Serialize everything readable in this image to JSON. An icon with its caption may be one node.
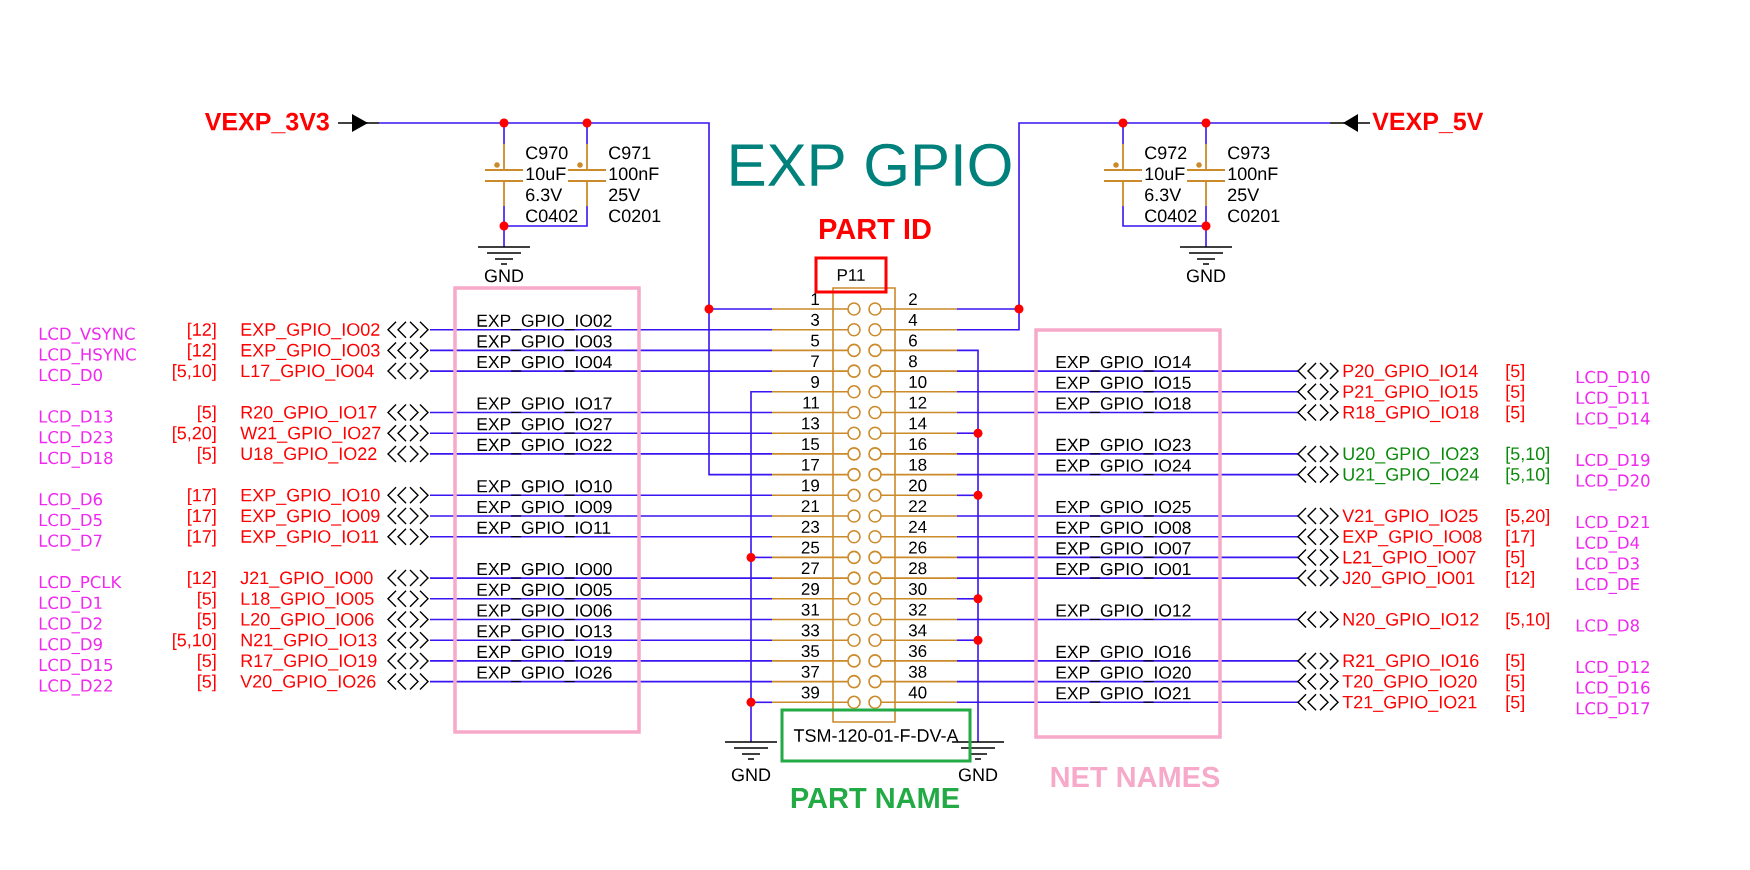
{
  "diagram": {
    "title": "EXP GPIO",
    "nodes": [
      {
        "text": [
          "P11"
        ],
        "beside": [
          "PART ID"
        ]
      },
      {
        "text": [
          "TSM-120-01-F-DV-A"
        ],
        "beside": [
          "PART NAME"
        ]
      },
      {
        "text": [
          "EXP_GPIO_IO02",
          "EXP_GPIO_IO03",
          "EXP_GPIO_IO04",
          "EXP_GPIO_IO17",
          "EXP_GPIO_IO27",
          "EXP_GPIO_IO22",
          "EXP_GPIO_IO10",
          "EXP_GPIO_IO09",
          "EXP_GPIO_IO11",
          "EXP_GPIO_IO00",
          "EXP_GPIO_IO05",
          "EXP_GPIO_IO06",
          "EXP_GPIO_IO13",
          "EXP_GPIO_IO19",
          "EXP_GPIO_IO26"
        ]
      },
      {
        "text": [
          "EXP_GPIO_IO14",
          "EXP_GPIO_IO15",
          "EXP_GPIO_IO18",
          "EXP_GPIO_IO23",
          "EXP_GPIO_IO24",
          "EXP_GPIO_IO25",
          "EXP_GPIO_IO08",
          "EXP_GPIO_IO07",
          "EXP_GPIO_IO01",
          "EXP_GPIO_IO12",
          "EXP_GPIO_IO16",
          "EXP_GPIO_IO20",
          "EXP_GPIO_IO21"
        ],
        "beside": [
          "NET NAMES"
        ]
      }
    ],
    "labels": [
      "VEXP_3V3",
      "VEXP_5V",
      "C970",
      "10uF",
      "6.3V",
      "C0402",
      "C971",
      "100nF",
      "25V",
      "C0201",
      "C972",
      "10uF",
      "6.3V",
      "C0402",
      "C973",
      "100nF",
      "25V",
      "C0201",
      "GND",
      "GND",
      "GND",
      "GND",
      "1",
      "2",
      "3",
      "4",
      "5",
      "6",
      "7",
      "8",
      "9",
      "10",
      "11",
      "12",
      "13",
      "14",
      "15",
      "16",
      "17",
      "18",
      "19",
      "20",
      "21",
      "22",
      "23",
      "24",
      "25",
      "26",
      "27",
      "28",
      "29",
      "30",
      "31",
      "32",
      "33",
      "34",
      "35",
      "36",
      "37",
      "38",
      "39",
      "40",
      "LCD_VSYNC",
      "[12]",
      "EXP_GPIO_IO02",
      "LCD_HSYNC",
      "[12]",
      "EXP_GPIO_IO03",
      "LCD_D0",
      "[5,10]",
      "L17_GPIO_IO04",
      "LCD_D13",
      "[5]",
      "R20_GPIO_IO17",
      "LCD_D23",
      "[5,20]",
      "W21_GPIO_IO27",
      "LCD_D18",
      "[5]",
      "U18_GPIO_IO22",
      "LCD_D6",
      "[17]",
      "EXP_GPIO_IO10",
      "LCD_D5",
      "[17]",
      "EXP_GPIO_IO09",
      "LCD_D7",
      "[17]",
      "EXP_GPIO_IO11",
      "LCD_PCLK",
      "[12]",
      "J21_GPIO_IO00",
      "LCD_D1",
      "[5]",
      "L18_GPIO_IO05",
      "LCD_D2",
      "[5]",
      "L20_GPIO_IO06",
      "LCD_D9",
      "[5,10]",
      "N21_GPIO_IO13",
      "LCD_D15",
      "[5]",
      "R17_GPIO_IO19",
      "LCD_D22",
      "[5]",
      "V20_GPIO_IO26",
      "P20_GPIO_IO14",
      "[5]",
      "LCD_D10",
      "P21_GPIO_IO15",
      "[5]",
      "LCD_D11",
      "R18_GPIO_IO18",
      "[5]",
      "LCD_D14",
      "U20_GPIO_IO23",
      "[5,10]",
      "LCD_D19",
      "U21_GPIO_IO24",
      "[5,10]",
      "LCD_D20",
      "V21_GPIO_IO25",
      "[5,20]",
      "LCD_D21",
      "EXP_GPIO_IO08",
      "[17]",
      "LCD_D4",
      "L21_GPIO_IO07",
      "[5]",
      "LCD_D3",
      "J20_GPIO_IO01",
      "[12]",
      "LCD_DE",
      "N20_GPIO_IO12",
      "[5,10]",
      "LCD_D8",
      "R21_GPIO_IO16",
      "[5]",
      "LCD_D12",
      "T20_GPIO_IO20",
      "[5]",
      "LCD_D16",
      "T21_GPIO_IO21",
      "[5]",
      "LCD_D17"
    ]
  }
}
